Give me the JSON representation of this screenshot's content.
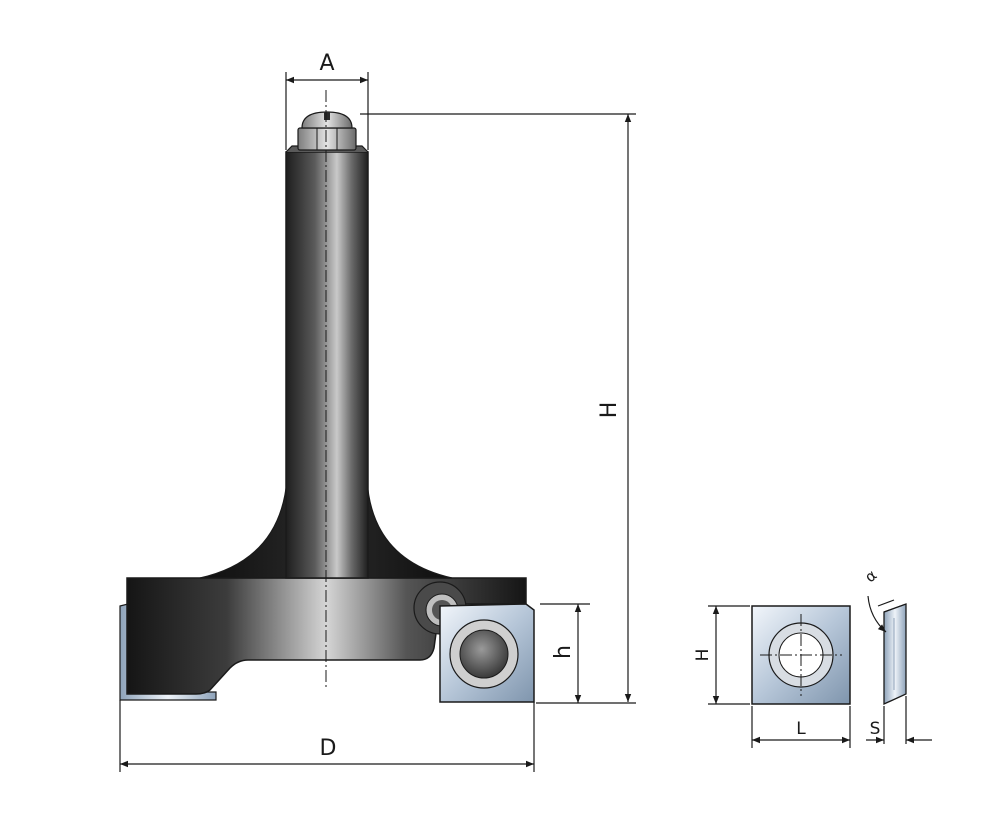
{
  "labels": {
    "shank_diameter": "A",
    "overall_height": "H",
    "body_height": "h",
    "cut_diameter": "D",
    "insert_height": "H",
    "insert_length": "L",
    "insert_thickness": "S",
    "insert_angle": "α"
  },
  "colors": {
    "body_dark": "#1c1c1c",
    "body_light": "#cfcfcf",
    "insert_light": "#e6edf5",
    "insert_mid": "#9fb3c8",
    "outline": "#1a1a1a"
  }
}
